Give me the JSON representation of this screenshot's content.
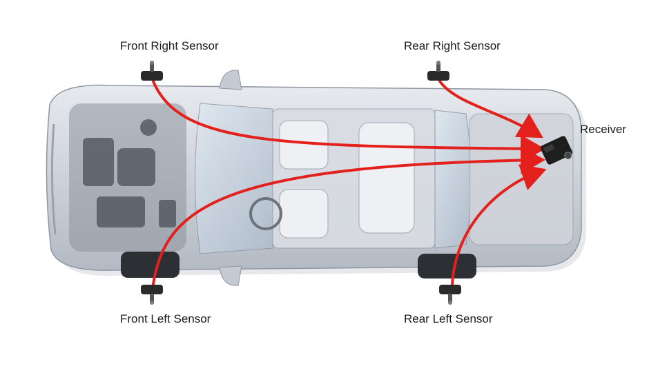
{
  "labels": {
    "front_right": "Front Right Sensor",
    "rear_right": "Rear Right Sensor",
    "front_left": "Front Left Sensor",
    "rear_left": "Rear Left Sensor",
    "receiver": "Receiver"
  },
  "colors": {
    "arrow": "#e3201b",
    "car_body": "#cfd3da",
    "car_shadow": "#9aa0aa",
    "sensor": "#2a2a2a",
    "receiver": "#1e1e1e"
  },
  "icons": {
    "sensor": "tire-pressure-sensor-icon",
    "receiver": "receiver-module-icon"
  }
}
